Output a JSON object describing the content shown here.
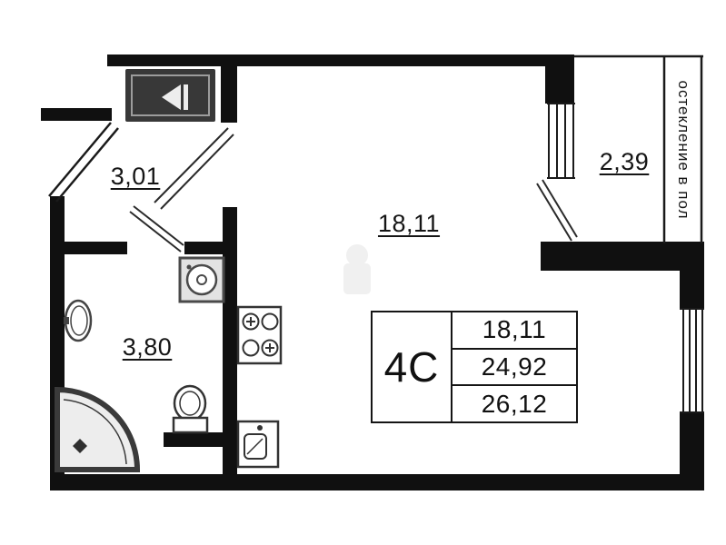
{
  "plan": {
    "rooms": {
      "hallway": {
        "area": "3,01"
      },
      "main": {
        "area": "18,11"
      },
      "bathroom": {
        "area": "3,80"
      },
      "balcony": {
        "area": "2,39"
      }
    },
    "glazing_note": "остекление в пол",
    "info_table": {
      "unit_type": "4C",
      "living_area": "18,11",
      "area_no_balcony": "24,92",
      "total_area": "26,12"
    },
    "icons": {
      "entrance": "entrance-door-icon",
      "stove": "stove-icon",
      "washer": "washing-machine-icon",
      "toilet": "toilet-icon",
      "bathroom_sink": "bathroom-sink-icon",
      "kitchen_sink": "kitchen-sink-icon",
      "shower": "shower-icon"
    },
    "colors": {
      "wall": "#101010",
      "fixture": "#3d3d3d",
      "text": "#151515"
    }
  }
}
